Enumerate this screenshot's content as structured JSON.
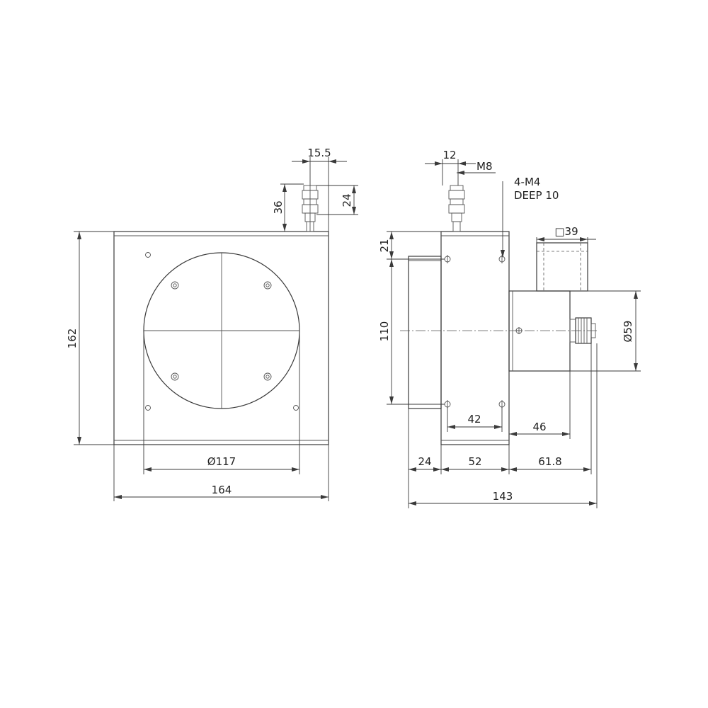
{
  "drawing": {
    "front_view": {
      "height_dim": "162",
      "width_dim": "164",
      "drum_diameter_dim": "Ø117",
      "fitting_height_dim": "36",
      "fitting_width_dim": "15.5",
      "fitting_offset_dim": "24"
    },
    "side_view": {
      "fitting_width_dim": "12",
      "thread_note": "M8",
      "hole_note_line1": "4-M4",
      "hole_note_line2": "DEEP 10",
      "connector_square_dim": "□39",
      "top_offset_dim": "21",
      "hole_spacing_vertical_dim": "110",
      "encoder_diameter_dim": "Ø59",
      "hole_spacing_horizontal_dim": "42",
      "encoder_length_dim": "46",
      "flange_depth_dim": "24",
      "body_depth_dim": "52",
      "encoder_total_dim": "61.8",
      "overall_depth_dim": "143"
    }
  },
  "colors": {
    "line": "#3a3a3a",
    "background": "#ffffff"
  }
}
